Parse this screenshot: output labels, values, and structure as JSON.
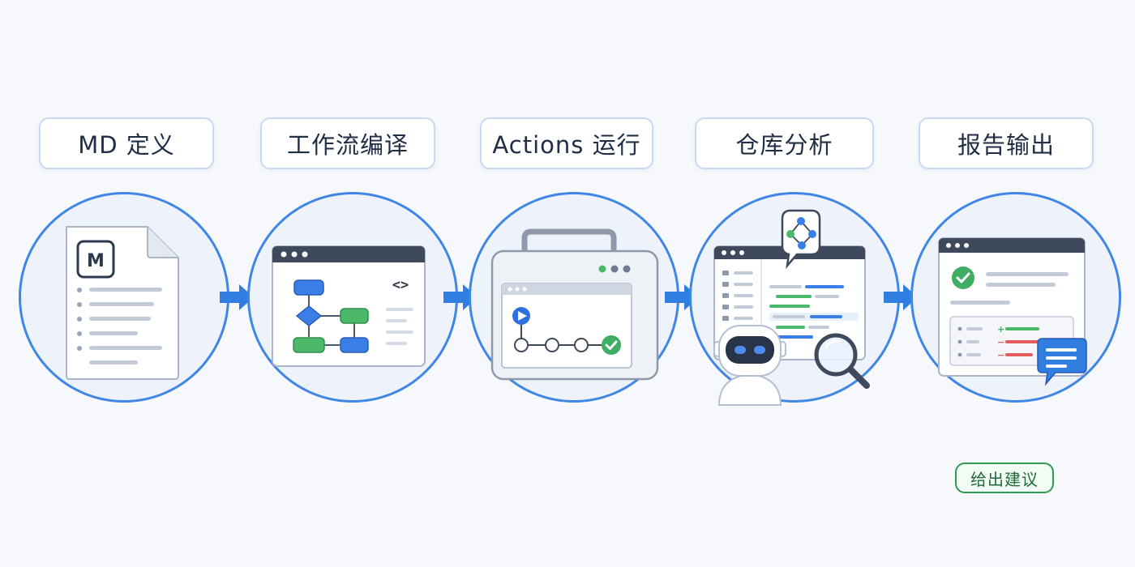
{
  "stages": [
    {
      "label": "MD 定义"
    },
    {
      "label": "工作流编译"
    },
    {
      "label": "Actions 运行"
    },
    {
      "label": "仓库分析"
    },
    {
      "label": "报告输出"
    }
  ],
  "md_icon_letter": "M",
  "code_icon_text": "<>",
  "suggestion_badge": "给出建议",
  "colors": {
    "accent_blue": "#3f86e6",
    "success_green": "#3fae63",
    "danger_red": "#e35d5d",
    "window_bar": "#3e4a5c"
  }
}
